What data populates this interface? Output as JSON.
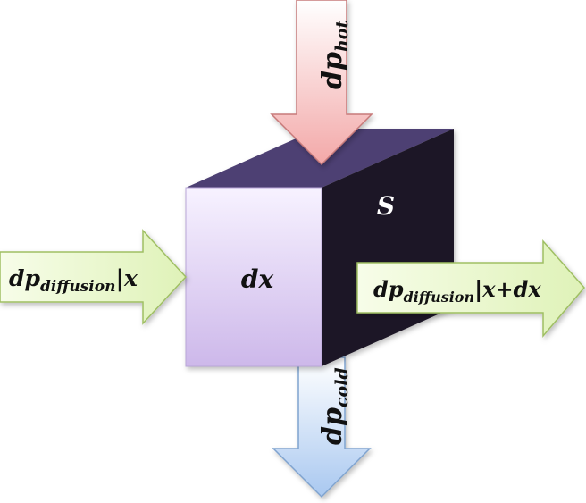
{
  "labels": {
    "hot": {
      "main": "dp",
      "sub": "hot"
    },
    "cold": {
      "main": "dp",
      "sub": "cold"
    },
    "diffusion_in": {
      "main": "dp",
      "sub": "diffusion",
      "bar": "|",
      "pos": "x"
    },
    "diffusion_out": {
      "main": "dp",
      "sub": "diffusion",
      "bar": "|",
      "pos": "x+dx"
    },
    "volume_front": "dx",
    "volume_side": "S"
  },
  "colors": {
    "hot_arrow_fill": "#f3a8a8",
    "hot_arrow_stroke": "#c77a7a",
    "cold_arrow_fill": "#a9c8f0",
    "cold_arrow_stroke": "#7fa3cf",
    "diffusion_arrow_fill": "#dff2b8",
    "diffusion_arrow_stroke": "#9fbf63",
    "cube_front_top": "#f7f2ff",
    "cube_front_bottom": "#cdb8ea",
    "cube_top": "#4e3f73",
    "cube_side": "#1e1826",
    "side_text": "#ffffff"
  }
}
